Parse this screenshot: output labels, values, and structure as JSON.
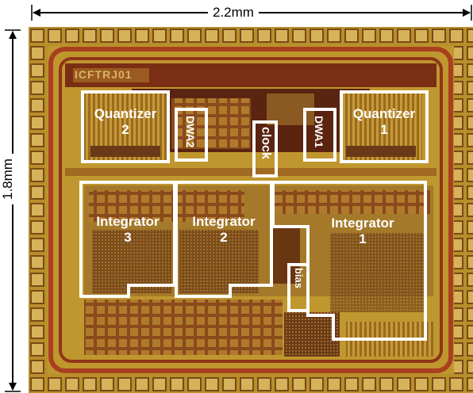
{
  "dimensions": {
    "width": "2.2mm",
    "height": "1.8mm"
  },
  "chip_id": "ICFTRJ01",
  "blocks": {
    "quantizer2": {
      "line1": "Quantizer",
      "line2": "2"
    },
    "quantizer1": {
      "line1": "Quantizer",
      "line2": "1"
    },
    "dwa2": "DWA2",
    "dwa1": "DWA1",
    "clock": "clock",
    "integrator3": {
      "line1": "Integrator",
      "line2": "3"
    },
    "integrator2": {
      "line1": "Integrator",
      "line2": "2"
    },
    "integrator1": {
      "line1": "Integrator",
      "line2": "1"
    },
    "bias": "bias"
  },
  "colors": {
    "die": "#b88f2a",
    "seal_ring": "#a8401f",
    "pad": "#c9a53c",
    "outline": "#ffffff",
    "dimension_arrow": "#000000"
  }
}
